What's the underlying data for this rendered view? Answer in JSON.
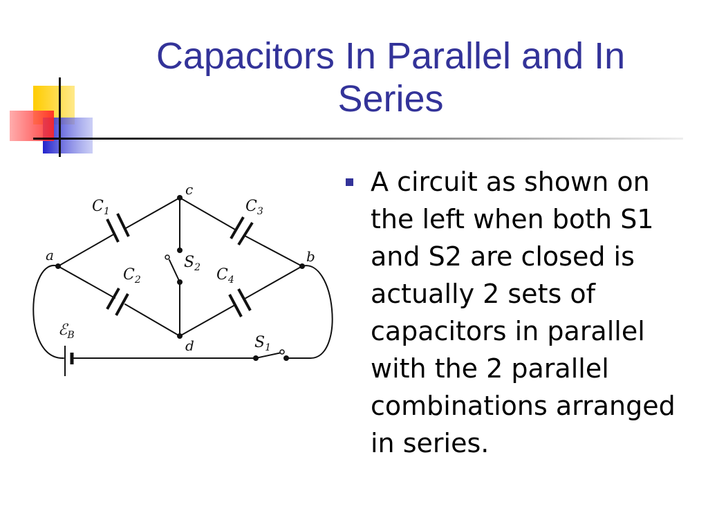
{
  "slide": {
    "title": "Capacitors In Parallel and In Series",
    "bullets": [
      {
        "text": "A circuit as shown on the left when both S1 and S2 are closed is actually 2 sets of capacitors in parallel with the 2 parallel combinations arranged in series."
      }
    ]
  },
  "diagram": {
    "nodes": {
      "a": "a",
      "b": "b",
      "c": "c",
      "d": "d"
    },
    "capacitors": {
      "c1": "C",
      "c1_sub": "1",
      "c2": "C",
      "c2_sub": "2",
      "c3": "C",
      "c3_sub": "3",
      "c4": "C",
      "c4_sub": "4"
    },
    "switches": {
      "s1": "S",
      "s1_sub": "1",
      "s2": "S",
      "s2_sub": "2"
    },
    "battery": {
      "label": "ℰ",
      "sub": "B"
    }
  },
  "colors": {
    "title": "#333399",
    "bullet": "#333399",
    "deco_yellow": "#FFCC00",
    "deco_red": "#FF3333",
    "deco_blue": "#3333CC"
  }
}
